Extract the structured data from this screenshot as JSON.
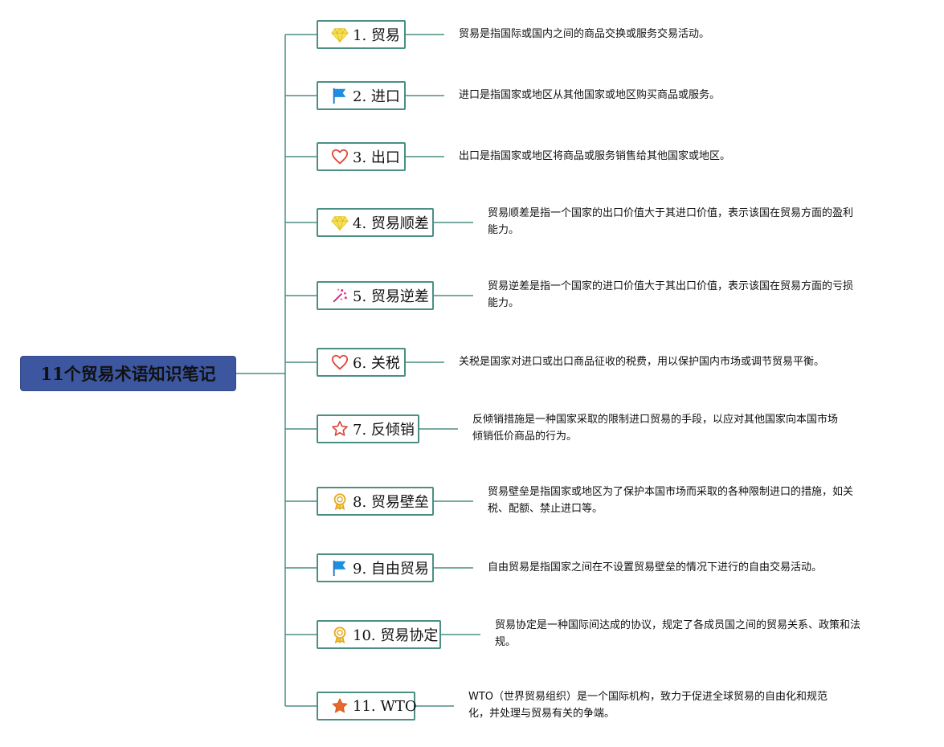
{
  "root": {
    "title": "11个贸易术语知识笔记"
  },
  "colors": {
    "root_bg": "#3c57a0",
    "line": "#4a8f84",
    "box_border": "#4a8f84"
  },
  "topics": [
    {
      "label": "1. 贸易",
      "icon": "diamond-icon",
      "desc_lines": [
        "贸易是指国际或国内之间的商品交换或服务交易活动。"
      ]
    },
    {
      "label": "2. 进口",
      "icon": "flag-icon",
      "desc_lines": [
        "进口是指国家或地区从其他国家或地区购买商品或服务。"
      ]
    },
    {
      "label": "3. 出口",
      "icon": "heart-icon",
      "desc_lines": [
        "出口是指国家或地区将商品或服务销售给其他国家或地区。"
      ]
    },
    {
      "label": "4. 贸易顺差",
      "icon": "diamond-icon",
      "desc_lines": [
        "贸易顺差是指一个国家的出口价值大于其进口价值，表示该国在贸易方面的盈利",
        "能力。"
      ]
    },
    {
      "label": "5. 贸易逆差",
      "icon": "sparkle-icon",
      "desc_lines": [
        "贸易逆差是指一个国家的进口价值大于其出口价值，表示该国在贸易方面的亏损",
        "能力。"
      ]
    },
    {
      "label": "6. 关税",
      "icon": "heart-icon",
      "desc_lines": [
        "关税是国家对进口或出口商品征收的税费，用以保护国内市场或调节贸易平衡。"
      ]
    },
    {
      "label": "7. 反倾销",
      "icon": "star-outline-icon",
      "desc_lines": [
        "反倾销措施是一种国家采取的限制进口贸易的手段，以应对其他国家向本国市场",
        "倾销低价商品的行为。"
      ]
    },
    {
      "label": "8. 贸易壁垒",
      "icon": "award-icon",
      "desc_lines": [
        "贸易壁垒是指国家或地区为了保护本国市场而采取的各种限制进口的措施，如关",
        "税、配额、禁止进口等。"
      ]
    },
    {
      "label": "9. 自由贸易",
      "icon": "flag-icon",
      "desc_lines": [
        "自由贸易是指国家之间在不设置贸易壁垒的情况下进行的自由交易活动。"
      ]
    },
    {
      "label": "10. 贸易协定",
      "icon": "award-icon",
      "desc_lines": [
        "贸易协定是一种国际间达成的协议，规定了各成员国之间的贸易关系、政策和法",
        "规。"
      ]
    },
    {
      "label": "11. WTO",
      "icon": "star-solid-icon",
      "desc_lines": [
        "WTO（世界贸易组织）是一个国际机构，致力于促进全球贸易的自由化和规范",
        "化，并处理与贸易有关的争端。"
      ]
    }
  ]
}
